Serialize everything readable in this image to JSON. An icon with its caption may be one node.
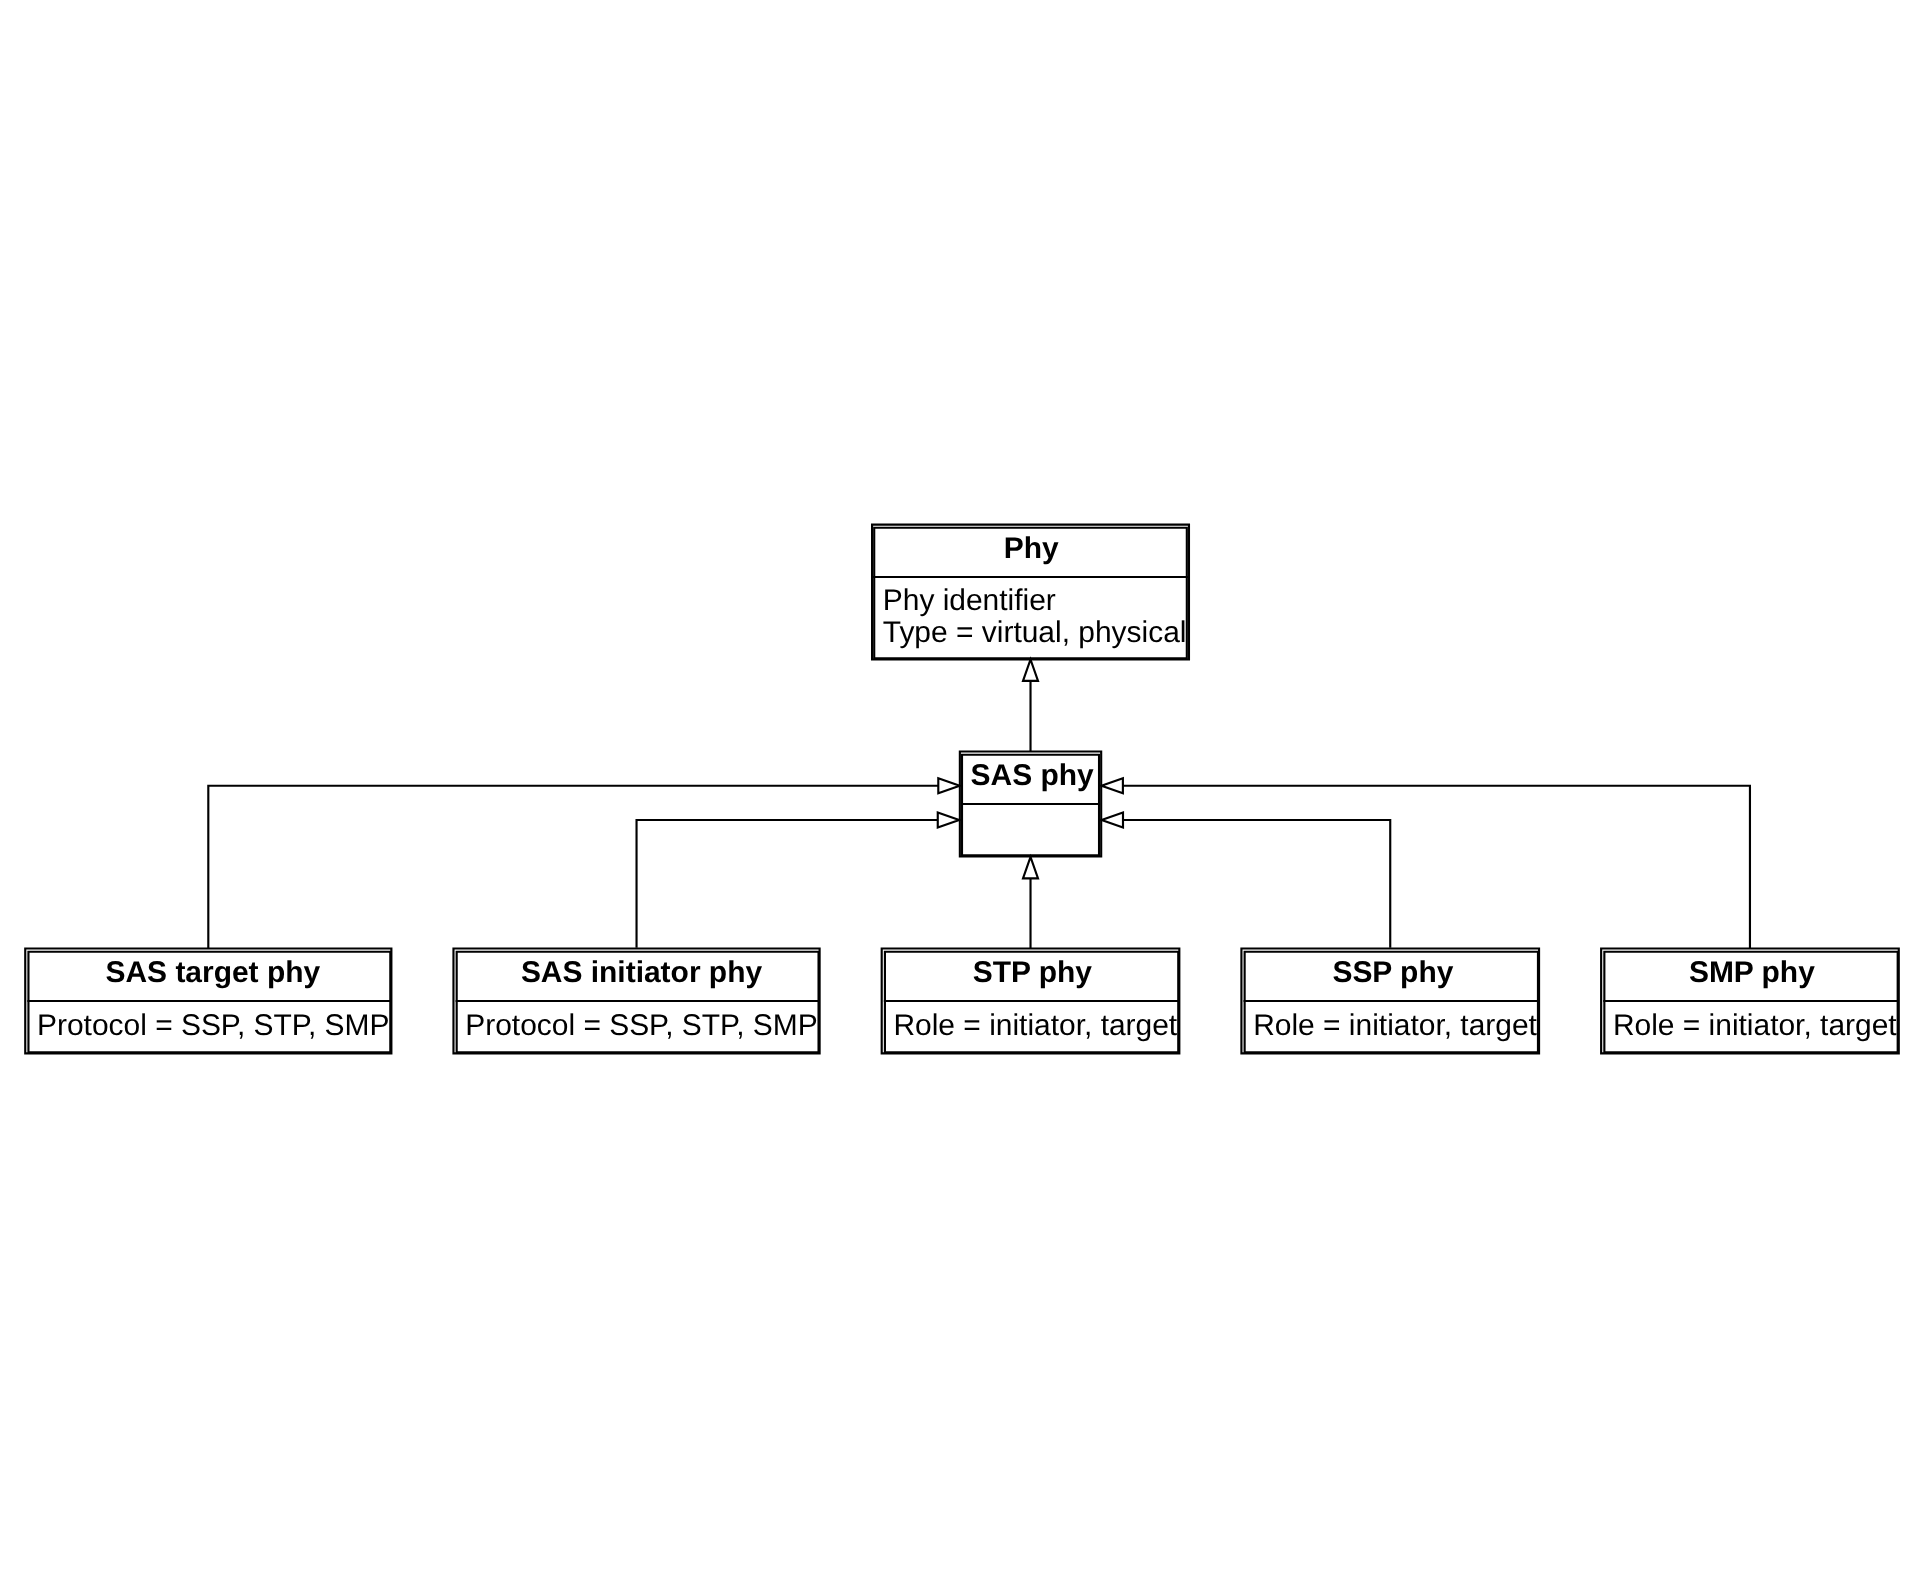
{
  "diagram": {
    "nodes": [
      {
        "text": [
          "Phy",
          "Phy identifier",
          "Type = virtual, physical"
        ]
      },
      {
        "text": [
          "SAS phy"
        ]
      },
      {
        "text": [
          "SAS target phy",
          "Protocol = SSP, STP, SMP"
        ]
      },
      {
        "text": [
          "SAS initiator phy",
          "Protocol = SSP, STP, SMP"
        ]
      },
      {
        "text": [
          "STP phy",
          "Role = initiator, target"
        ]
      },
      {
        "text": [
          "SSP phy",
          "Role = initiator, target"
        ]
      },
      {
        "text": [
          "SMP phy",
          "Role = initiator, target"
        ]
      }
    ],
    "edges": [
      {
        "from": 1,
        "to": 0,
        "arrow": "to"
      },
      {
        "from": 2,
        "to": 1,
        "arrow": "to"
      },
      {
        "from": 3,
        "to": 1,
        "arrow": "to"
      },
      {
        "from": 4,
        "to": 1,
        "arrow": "to"
      },
      {
        "from": 5,
        "to": 1,
        "arrow": "to"
      },
      {
        "from": 6,
        "to": 1,
        "arrow": "to"
      }
    ]
  }
}
